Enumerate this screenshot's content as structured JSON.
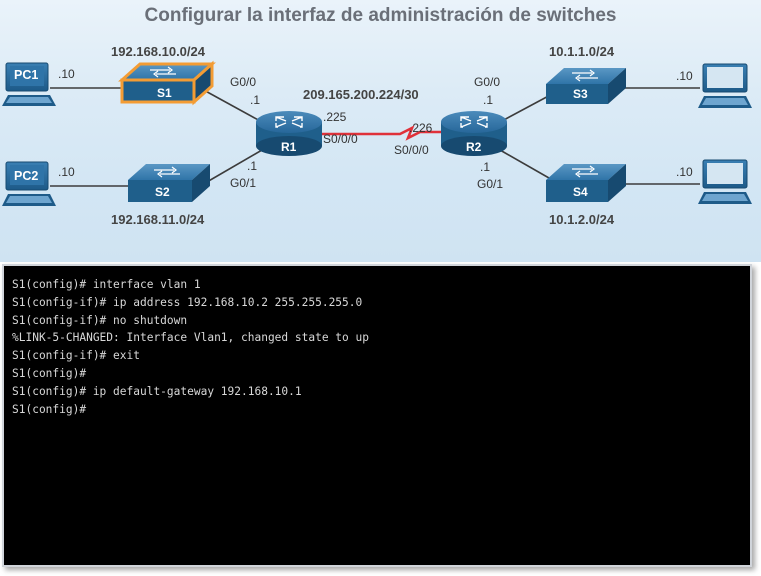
{
  "title": "Configurar la interfaz de administración de switches",
  "networks": {
    "s1_lan": "192.168.10.0/24",
    "s2_lan": "192.168.11.0/24",
    "wan": "209.165.200.224/30",
    "s3_lan": "10.1.1.0/24",
    "s4_lan": "10.1.2.0/24"
  },
  "devices": {
    "pc1": "PC1",
    "pc2": "PC2",
    "s1": "S1",
    "s2": "S2",
    "r1": "R1",
    "r2": "R2",
    "s3": "S3",
    "s4": "S4"
  },
  "interfaces": {
    "r1_g00": "G0/0",
    "r1_g00_ip": ".1",
    "r1_g01": "G0/1",
    "r1_g01_ip": ".1",
    "r1_s000": "S0/0/0",
    "r1_s000_ip": ".225",
    "r2_s000": "S0/0/0",
    "r2_s000_ip": ".226",
    "r2_g00": "G0/0",
    "r2_g00_ip": ".1",
    "r2_g01": "G0/1",
    "r2_g01_ip": ".1",
    "pc1_ip": ".10",
    "pc2_ip": ".10",
    "pc3_ip": ".10",
    "pc4_ip": ".10"
  },
  "console": {
    "lines": [
      "S1(config)# interface vlan 1",
      "S1(config-if)# ip address 192.168.10.2 255.255.255.0",
      "S1(config-if)# no shutdown",
      "%LINK-5-CHANGED: Interface Vlan1, changed state to up",
      "S1(config-if)# exit",
      "S1(config)#",
      "S1(config)# ip default-gateway 192.168.10.1",
      "S1(config)#"
    ]
  },
  "colors": {
    "switch_fill": "#1f5f8b",
    "switch_highlight": "#f39c34",
    "router_fill": "#1f5f8b",
    "serial_link": "#e0313a",
    "link": "#3c3c3c"
  }
}
